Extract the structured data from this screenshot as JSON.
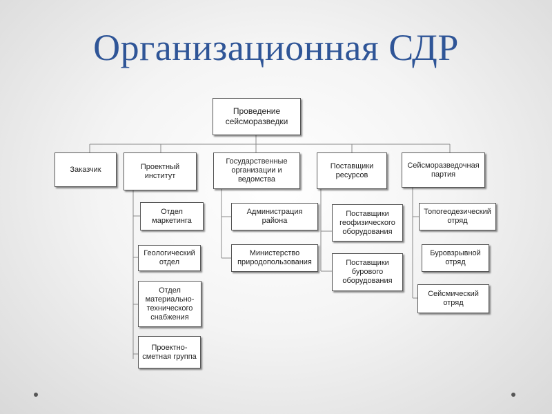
{
  "title": "Организационная СДР",
  "nodes": {
    "root": "Проведение\nсейсморазведки",
    "customer": "Заказчик",
    "design_institute": "Проектный\nинститут",
    "state_orgs": "Государственные\nорганизации и\nведомства",
    "suppliers": "Поставщики\nресурсов",
    "seismic_party": "Сейсморазведочная\nпартия",
    "marketing_dept": "Отдел\nмаркетинга",
    "geology_dept": "Геологический\nотдел",
    "supply_dept": "Отдел\nматериально-\nтехнического\nснабжения",
    "estimate_group": "Проектно-\nсметная группа",
    "district_admin": "Администрация\nрайона",
    "ministry": "Министерство\nприродопользования",
    "geophys_suppliers": "Поставщики\nгеофизического\nоборудования",
    "drilling_suppliers": "Поставщики\nбурового\nоборудования",
    "topo_team": "Топогеодезический\nотряд",
    "blasting_team": "Буровзрывной\nотряд",
    "seismic_team": "Сейсмический\nотряд"
  }
}
